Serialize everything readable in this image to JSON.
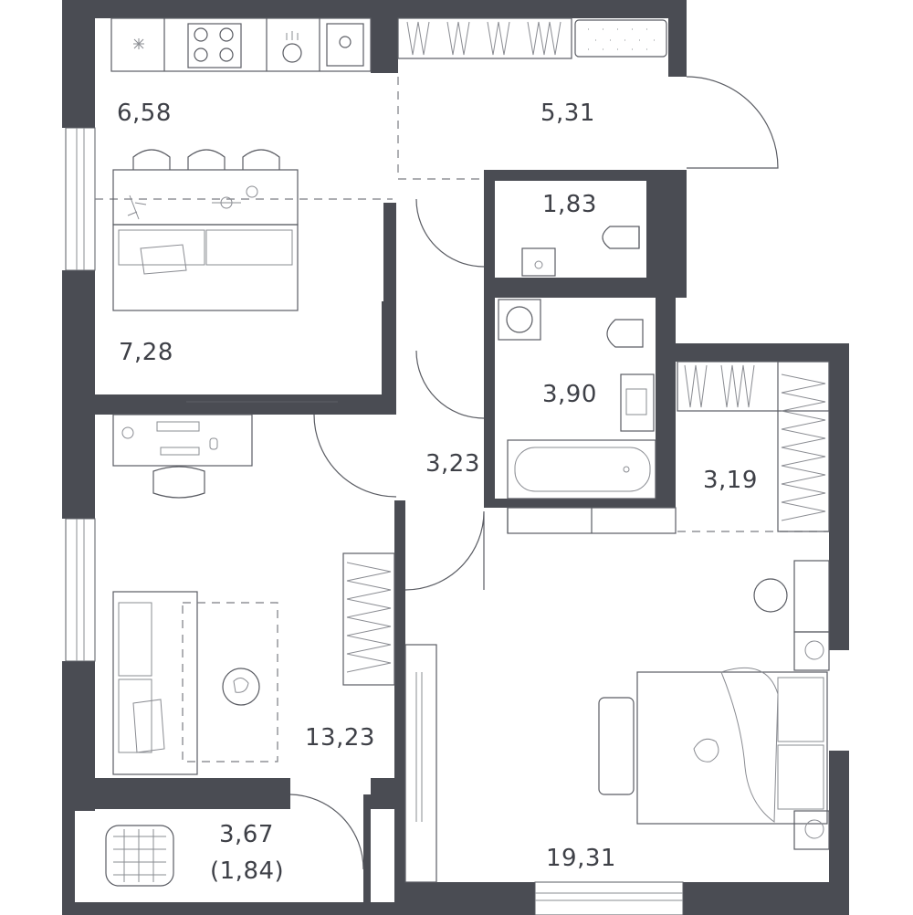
{
  "plan": {
    "room_areas": {
      "kitchen": "6,58",
      "hall_upper": "5,31",
      "toilet": "1,83",
      "dining": "7,28",
      "bathroom": "3,90",
      "corridor": "3,23",
      "wardrobe": "3,19",
      "living_room": "13,23",
      "balcony_total": "3,67",
      "balcony_reduced": "(1,84)",
      "bedroom": "19,31"
    },
    "icons": [
      "sink-icon",
      "stove-icon",
      "hood-icon",
      "kitchen-sink-icon",
      "toilet-icon",
      "washbasin-icon",
      "washing-machine-icon",
      "bathtub-icon",
      "bed-icon",
      "sofa-icon",
      "desk-icon",
      "office-chair-icon",
      "dining-table-icon",
      "chair-icon",
      "rug-icon",
      "cat-icon",
      "laundry-basket-icon",
      "plant-icon",
      "lamp-icon"
    ],
    "colors": {
      "wall": "#4a4c53",
      "line": "#5a5c63",
      "background": "#ffffff"
    }
  }
}
